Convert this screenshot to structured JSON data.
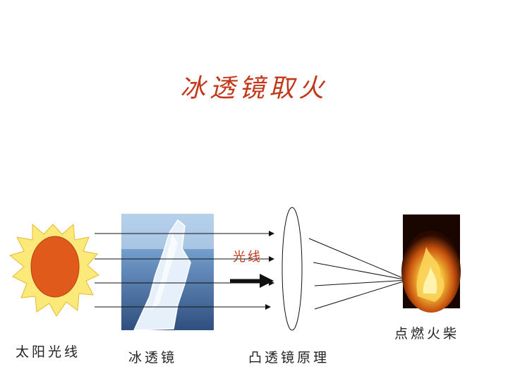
{
  "title": "冰透镜取火",
  "labels": {
    "sun": "太阳光线",
    "ice": "冰透镜",
    "lens": "凸透镜原理",
    "fire": "点燃火柴",
    "arrow": "光线"
  },
  "colors": {
    "title": "#c0391b",
    "arrow_label": "#c0391b",
    "sun_rays": "#fbe97a",
    "sun_core": "#e05a1c",
    "ice_sky": "#4f7bb6",
    "fire": "#f3a51b"
  }
}
